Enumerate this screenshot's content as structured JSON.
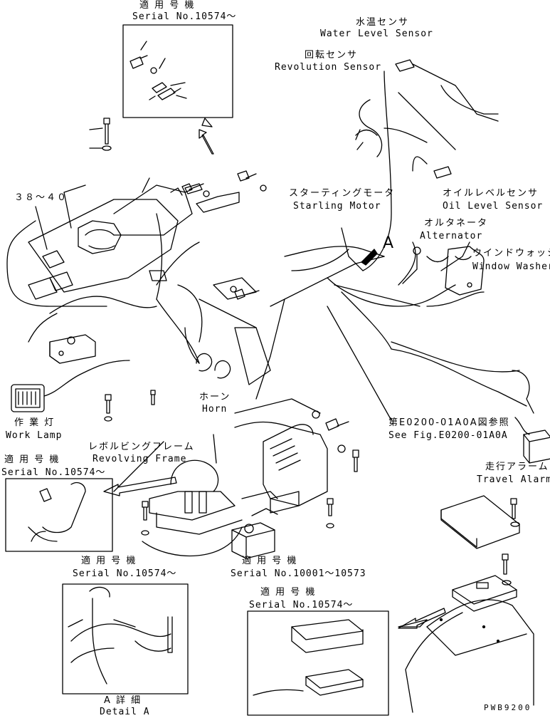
{
  "labels": {
    "serial_top_jp": "適 用 号 機",
    "serial_top_en": "Serial No.10574～",
    "water_jp": "水温センサ",
    "water_en": "Water Level Sensor",
    "rev_jp": "回転センサ",
    "rev_en": "Revolution Sensor",
    "range_3840": "３８～４０",
    "starting_jp": "スターティングモータ",
    "starting_en": "Starling Motor",
    "oil_jp": "オイルレベルセンサ",
    "oil_en": "Oil Level Sensor",
    "alt_jp": "オルタネータ",
    "alt_en": "Alternator",
    "detail_letter": "A",
    "washer_jp": "ウインドウォッシャ",
    "washer_en": "Window Washer",
    "horn_jp": "ホーン",
    "horn_en": "Horn",
    "worklamp_jp": "作 業 灯",
    "worklamp_en": "Work Lamp",
    "frame_jp": "レボルビングフレーム",
    "frame_en": "Revolving Frame",
    "seefig_jp": "第E0200-01A0A図参照",
    "seefig_en": "See Fig.E0200-01A0A",
    "serial_left_jp": "適 用 号 機",
    "serial_left_en": "Serial No.10574～",
    "travel_jp": "走行アラーム",
    "travel_en": "Travel Alarm",
    "serial_mid_jp": "適 用 号 機",
    "serial_mid_en": "Serial No.10001～10573",
    "serial_detA_jp": "適 用 号 機",
    "serial_detA_en": "Serial No.10574～",
    "serial_bot_jp": "適 用 号 機",
    "serial_bot_en": "Serial No.10574～",
    "detailA_jp": "A 詳 細",
    "detailA_en": "Detail A",
    "code": "PWB9200"
  }
}
